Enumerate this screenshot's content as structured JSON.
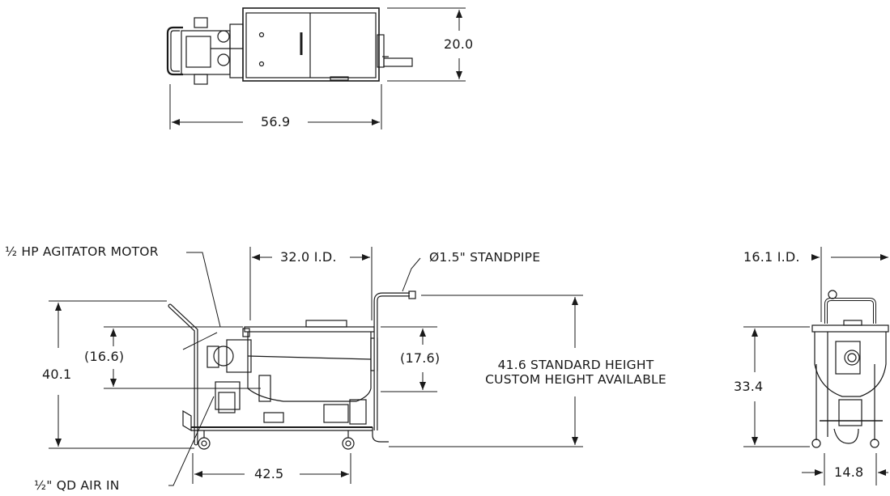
{
  "top_view": {
    "width_dim": "20.0",
    "length_dim": "56.9"
  },
  "side_view": {
    "motor_fraction": "½",
    "motor_label": "HP AGITATOR MOTOR",
    "tank_id_dim": "32.0 I.D.",
    "standpipe_label": "Ø1.5\" STANDPIPE",
    "overall_height_dim": "40.1",
    "left_depth_dim": "(16.6)",
    "right_depth_dim": "(17.6)",
    "height_line1": "41.6 STANDARD HEIGHT",
    "height_line2": "CUSTOM HEIGHT AVAILABLE",
    "wheelbase_dim": "42.5",
    "air_fraction": "½\"",
    "air_label": "QD AIR IN"
  },
  "end_view": {
    "tank_id_dim": "16.1 I.D.",
    "height_dim": "33.4",
    "width_dim": "14.8"
  },
  "colors": {
    "line": "#1a1a1a",
    "background": "#ffffff"
  }
}
